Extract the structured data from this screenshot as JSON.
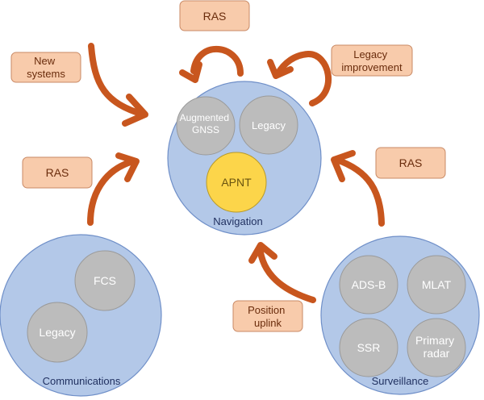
{
  "colors": {
    "domain_fill": "#b3c8e8",
    "domain_stroke": "#6f8fc8",
    "domain_label": "#1f2f5f",
    "node_fill": "#bcbcbc",
    "node_stroke": "#9a9a9a",
    "node_text": "#ffffff",
    "highlight_fill": "#fcd54a",
    "highlight_stroke": "#b89a2a",
    "highlight_text": "#6a5410",
    "arrow": "#c8561e",
    "tag_fill": "#f8cbab",
    "tag_stroke": "#c98a66",
    "tag_text": "#6a2c0c"
  },
  "domains": {
    "navigation": {
      "label": "Navigation",
      "nodes": [
        {
          "id": "augmented-gnss",
          "lines": [
            "Augmented",
            "GNSS"
          ],
          "highlight": false
        },
        {
          "id": "nav-legacy",
          "lines": [
            "Legacy"
          ],
          "highlight": false
        },
        {
          "id": "apnt",
          "lines": [
            "APNT"
          ],
          "highlight": true
        }
      ]
    },
    "communications": {
      "label": "Communications",
      "nodes": [
        {
          "id": "fcs",
          "lines": [
            "FCS"
          ],
          "highlight": false
        },
        {
          "id": "comm-legacy",
          "lines": [
            "Legacy"
          ],
          "highlight": false
        }
      ]
    },
    "surveillance": {
      "label": "Surveillance",
      "nodes": [
        {
          "id": "ads-b",
          "lines": [
            "ADS-B"
          ],
          "highlight": false
        },
        {
          "id": "mlat",
          "lines": [
            "MLAT"
          ],
          "highlight": false
        },
        {
          "id": "ssr",
          "lines": [
            "SSR"
          ],
          "highlight": false
        },
        {
          "id": "primary-radar",
          "lines": [
            "Primary",
            "radar"
          ],
          "highlight": false
        }
      ]
    }
  },
  "tags": {
    "ras_top": [
      "RAS"
    ],
    "new_systems": [
      "New",
      "systems"
    ],
    "legacy_improvement": [
      "Legacy",
      "improvement"
    ],
    "ras_left": [
      "RAS"
    ],
    "ras_right": [
      "RAS"
    ],
    "position_uplink": [
      "Position",
      "uplink"
    ]
  }
}
